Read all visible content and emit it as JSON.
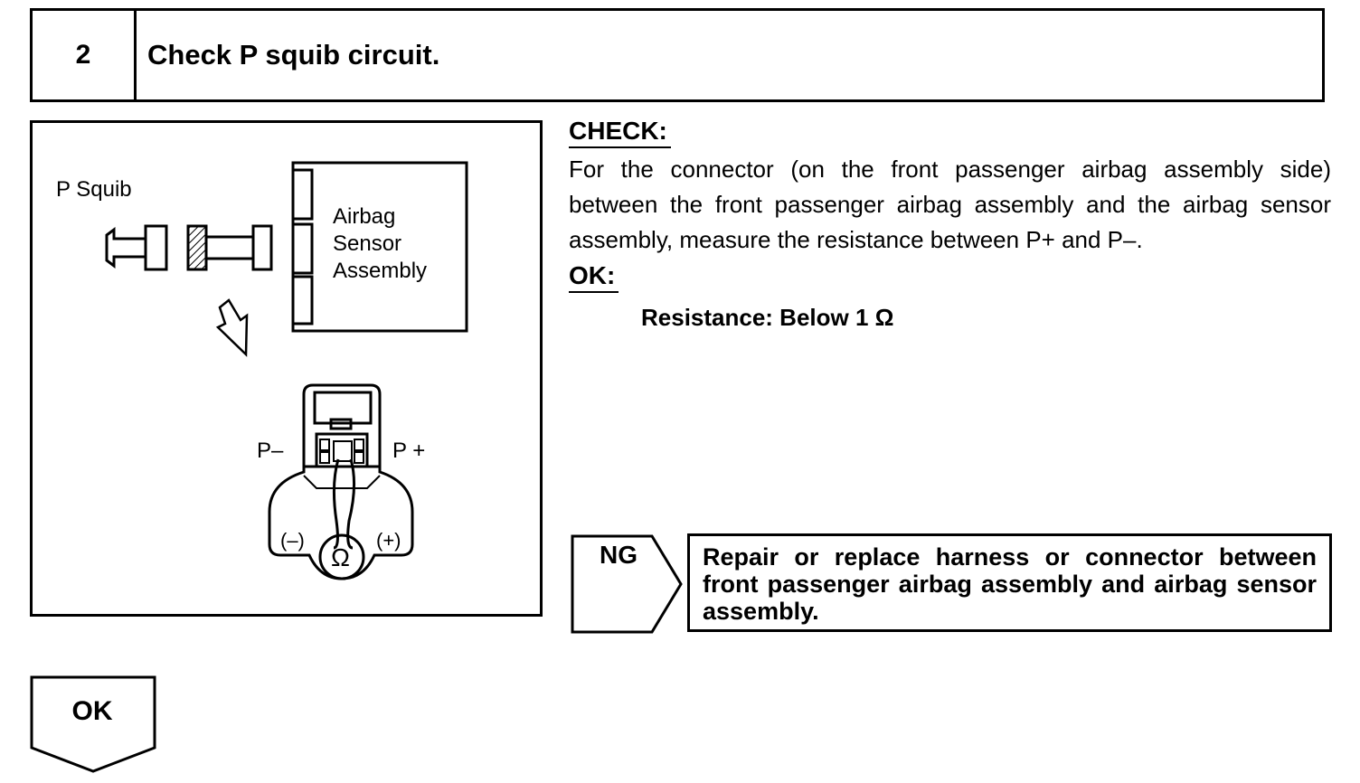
{
  "step": {
    "number": "2",
    "title": "Check P squib circuit."
  },
  "figure": {
    "p_squib_label": "P Squib",
    "sensor_label_line1": "Airbag",
    "sensor_label_line2": "Sensor",
    "sensor_label_line3": "Assembly",
    "p_minus_label": "P–",
    "p_plus_label": "P +",
    "meter_minus": "(–)",
    "meter_plus": "(+)",
    "ohm_symbol": "Ω"
  },
  "check": {
    "heading": "CHECK:",
    "text": "For the connector (on the front passenger airbag assembly side) between the front passenger airbag assembly and the airbag sensor assembly, measure the resistance between P+ and P–."
  },
  "ok": {
    "heading": "OK:",
    "value": "Resistance: Below 1 Ω"
  },
  "ng": {
    "label": "NG",
    "action": "Repair or replace harness or connector between front passenger airbag assembly and airbag sensor assembly."
  },
  "ok_branch": {
    "label": "OK"
  }
}
